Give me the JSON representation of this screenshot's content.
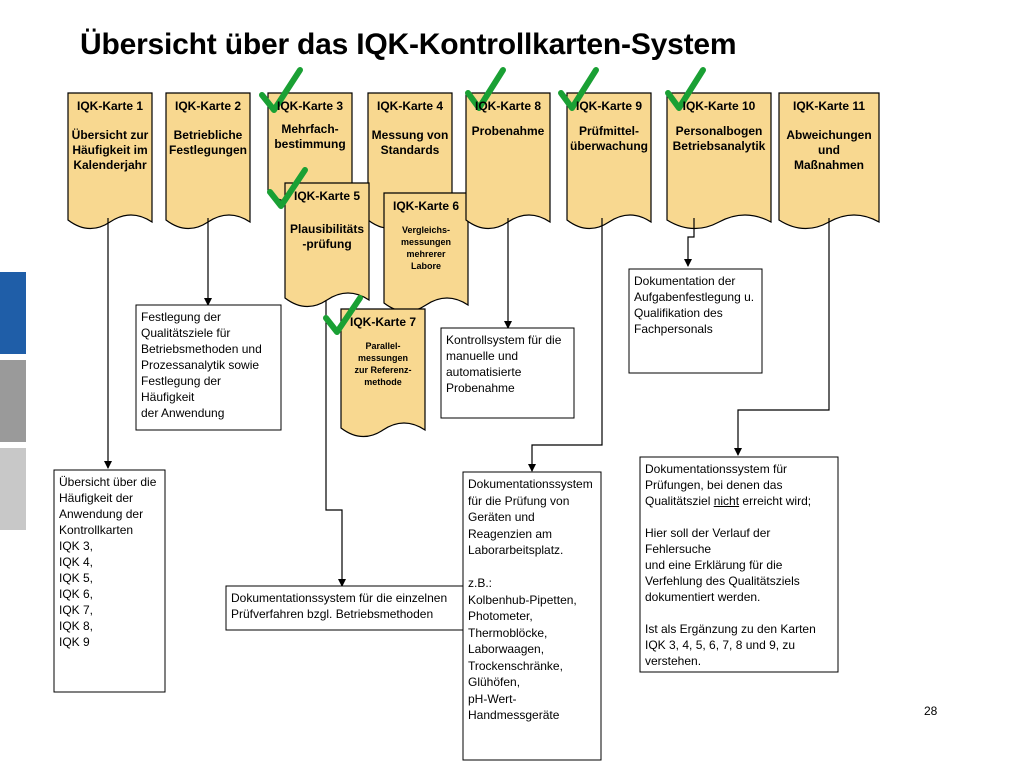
{
  "title": "Übersicht über das IQK-Kontrollkarten-System",
  "page_number": "28",
  "colors": {
    "card_fill": "#f8d890",
    "card_stroke": "#000000",
    "check": "#1aa034",
    "tab_blue": "#1f5ea8",
    "tab_gray": "#9a9a9a",
    "tab_light": "#c8c8c8"
  },
  "icons": [
    "checkmark-icon"
  ],
  "cards": [
    {
      "head": "IQK-Karte 1",
      "body": "Übersicht zur\nHäufigkeit im\nKalenderjahr"
    },
    {
      "head": "IQK-Karte 2",
      "body": "Betriebliche\nFestlegungen"
    },
    {
      "head": "IQK-Karte 3",
      "body": "Mehrfach-\nbestimmung"
    },
    {
      "head": "IQK-Karte 4",
      "body": "Messung von\nStandards"
    },
    {
      "head": "IQK-Karte 5",
      "body": "Plausibilitäts\n-prüfung"
    },
    {
      "head": "IQK-Karte 6",
      "body": "Vergleichs-\nmessungen\nmehrerer\nLabore"
    },
    {
      "head": "IQK-Karte 7",
      "body": "Parallel-\nmessungen\nzur Referenz-\nmethode"
    },
    {
      "head": "IQK-Karte 8",
      "body": "Probenahme"
    },
    {
      "head": "IQK-Karte 9",
      "body": "Prüfmittel-\nüberwachung"
    },
    {
      "head": "IQK-Karte 10",
      "body": "Personalbogen\nBetriebsanalytik"
    },
    {
      "head": "IQK-Karte 11",
      "body": "Abweichungen\nund\nMaßnahmen"
    }
  ],
  "boxes": {
    "festlegung": "Festlegung der\nQualitätsziele für\nBetriebsmethoden und\nProzessanalytik sowie\nFestlegung der Häufigkeit\nder Anwendung",
    "uebersicht": "Übersicht über die\nHäufigkeit der\nAnwendung der\nKontrollkarten\nIQK 3,\nIQK 4,\nIQK 5,\nIQK 6,\nIQK 7,\nIQK 8,\nIQK 9",
    "einzelne": "Dokumentationssystem für die einzelnen\nPrüfverfahren bzgl. Betriebsmethoden",
    "kontrollsystem": "Kontrollsystem für die\nmanuelle und\nautomatisierte\nProbenahme",
    "pruefung": "Dokumentationssystem\nfür die Prüfung von\nGeräten und\nReagenzien am\nLaborarbeitsplatz.\n\nz.B.:\nKolbenhub-Pipetten,\nPhotometer,\nThermoblöcke,\nLaborwaagen,\nTrockenschränke,\nGlühöfen,\npH-Wert-\nHandmessgeräte",
    "aufgaben": "Dokumentation der\nAufgabenfestlegung u.\nQualifikation des\nFachpersonals",
    "abw_line1": "Dokumentationssystem für\nPrüfungen, bei denen das\nQualitätsziel ",
    "abw_nicht": "nicht",
    "abw_line2": " erreicht wird;\n\nHier soll der Verlauf der Fehlersuche\nund eine Erklärung für die\nVerfehlung des Qualitätsziels\ndokumentiert werden.\n\nIst als Ergänzung zu den Karten\nIQK 3, 4, 5, 6, 7, 8 und 9, zu\nverstehen."
  }
}
